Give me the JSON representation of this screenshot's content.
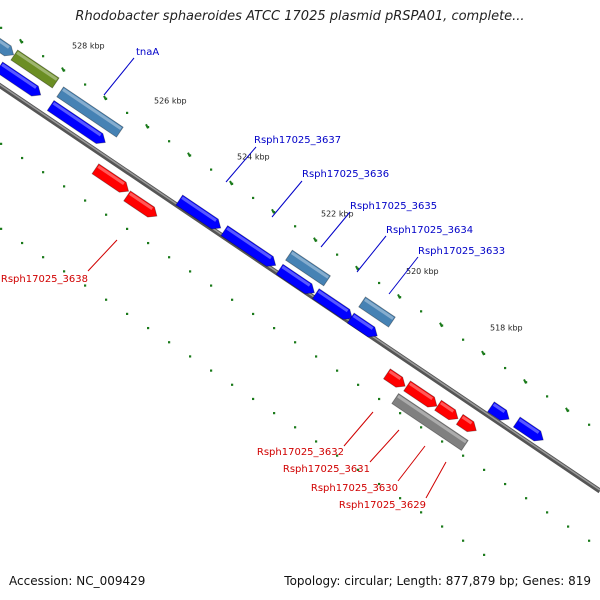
{
  "title": "Rhodobacter sphaeroides ATCC 17025 plasmid pRSPA01, complete...",
  "footer": {
    "accession": "Accession: NC_009429",
    "summary": "Topology: circular; Length: 877,879 bp; Genes: 819"
  },
  "scale": [
    {
      "label": "528 kbp",
      "kbp": 528
    },
    {
      "label": "526 kbp",
      "kbp": 526
    },
    {
      "label": "524 kbp",
      "kbp": 524
    },
    {
      "label": "522 kbp",
      "kbp": 522
    },
    {
      "label": "520 kbp",
      "kbp": 520
    },
    {
      "label": "518 kbp",
      "kbp": 518
    }
  ],
  "genes": [
    {
      "id": "tnaA",
      "color": "#4682b4"
    },
    {
      "id": "Rsph17025_3637",
      "color": "#0000ff"
    },
    {
      "id": "Rsph17025_3636",
      "color": "#0000ff"
    },
    {
      "id": "Rsph17025_3635",
      "color": "#4682b4"
    },
    {
      "id": "Rsph17025_3634",
      "color": "#0000ff"
    },
    {
      "id": "Rsph17025_3633",
      "color": "#4682b4"
    },
    {
      "id": "Rsph17025_3638",
      "color": "#ff0000"
    },
    {
      "id": "Rsph17025_3632",
      "color": "#ff0000"
    },
    {
      "id": "Rsph17025_3631",
      "color": "#ff0000"
    },
    {
      "id": "Rsph17025_3630",
      "color": "#808080"
    },
    {
      "id": "Rsph17025_3629",
      "color": "#ff0000"
    }
  ]
}
